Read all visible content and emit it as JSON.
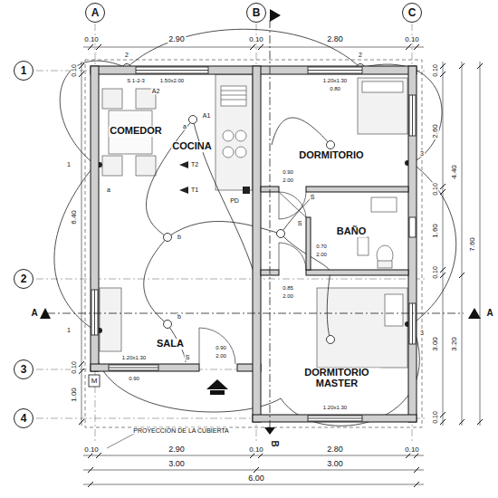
{
  "diagram": {
    "nodes": [
      {
        "text": [
          "A"
        ]
      },
      {
        "text": [
          "B"
        ]
      },
      {
        "text": [
          "C"
        ]
      },
      {
        "text": [
          "1"
        ]
      },
      {
        "text": [
          "2"
        ]
      },
      {
        "text": [
          "3"
        ]
      },
      {
        "text": [
          "4"
        ]
      }
    ],
    "labels": [
      "0.10",
      "2.90",
      "0.10",
      "2.80",
      "0.10",
      "2",
      "2",
      "1.50x2.00",
      "1.20x1.30",
      "0.80",
      "S 1-2-3",
      "A2",
      "A1",
      "COMEDOR",
      "COCINA",
      "DORMITORIO",
      "T2",
      "T1",
      "a",
      "a",
      "PD",
      "0.90",
      "2.00",
      "S",
      "S",
      "BAÑO",
      "0.70",
      "2.00",
      "b",
      "b",
      "0.85",
      "2.00",
      "1",
      "1",
      "3",
      "3",
      "SALA",
      "0.90",
      "2.00",
      "1.20x1.30",
      "0.90",
      "S",
      "M",
      "DORMITORIO MASTER",
      "1.20x1.30",
      "PROYECCIÓN DE LA CUBIERTA",
      "B",
      "A",
      "A",
      "0.10",
      "6.40",
      "0.10",
      "1.00",
      "0.10",
      "2.60",
      "0.10",
      "1.60",
      "0.10",
      "3.00",
      "0.10",
      "4.40",
      "7.60",
      "3.20",
      "0.10",
      "2.90",
      "0.10",
      "2.80",
      "0.10",
      "3.00",
      "3.00",
      "6.00"
    ]
  }
}
